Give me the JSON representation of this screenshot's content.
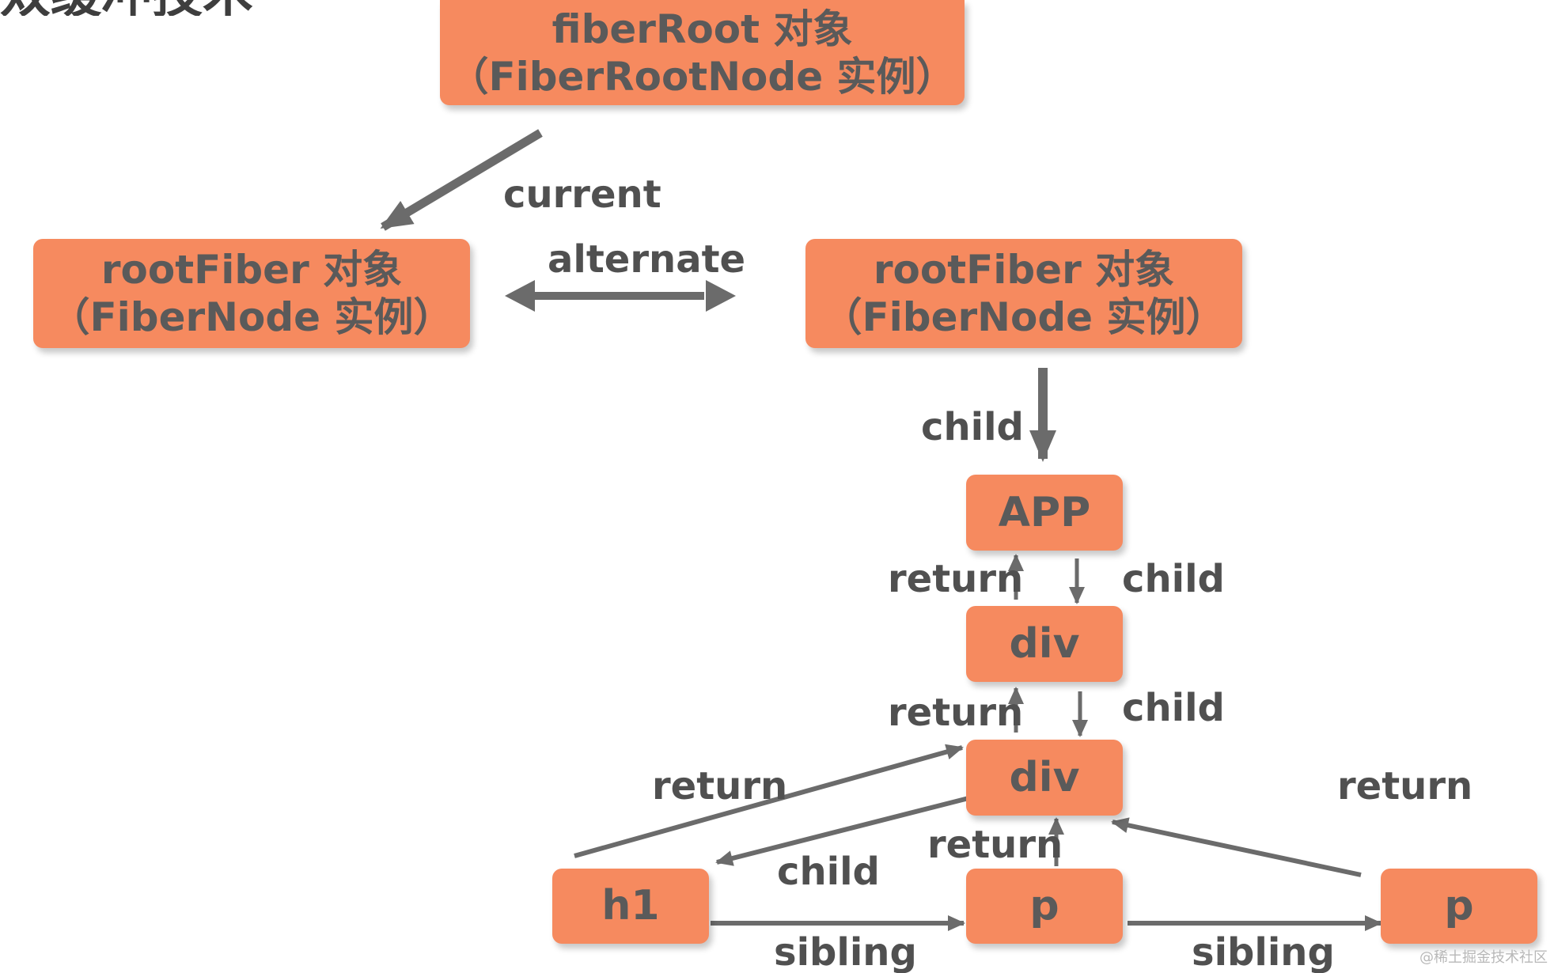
{
  "header_fragment": "双缓冲技术",
  "nodes": {
    "fiber_root": {
      "line1": "fiberRoot 对象",
      "line2": "（FiberRootNode 实例）"
    },
    "root_fiber_left": {
      "line1": "rootFiber 对象",
      "line2": "（FiberNode 实例）"
    },
    "root_fiber_right": {
      "line1": "rootFiber 对象",
      "line2": "（FiberNode 实例）"
    },
    "app": "APP",
    "div_1": "div",
    "div_2": "div",
    "h1": "h1",
    "p_1": "p",
    "p_2": "p"
  },
  "edge_labels": {
    "current": "current",
    "alternate": "alternate",
    "child_root_app": "child",
    "return_app_div": "return",
    "child_app_div": "child",
    "return_div_div": "return",
    "child_div_div": "child",
    "return_h1": "return",
    "child_h1": "child",
    "return_p1": "return",
    "return_p2": "return",
    "sibling_1": "sibling",
    "sibling_2": "sibling"
  },
  "watermark": "@稀土掘金技术社区",
  "colors": {
    "node_fill": "#f68a5f",
    "node_text": "#5a5a5a",
    "arrow": "#6b6b6b",
    "label": "#505050"
  }
}
